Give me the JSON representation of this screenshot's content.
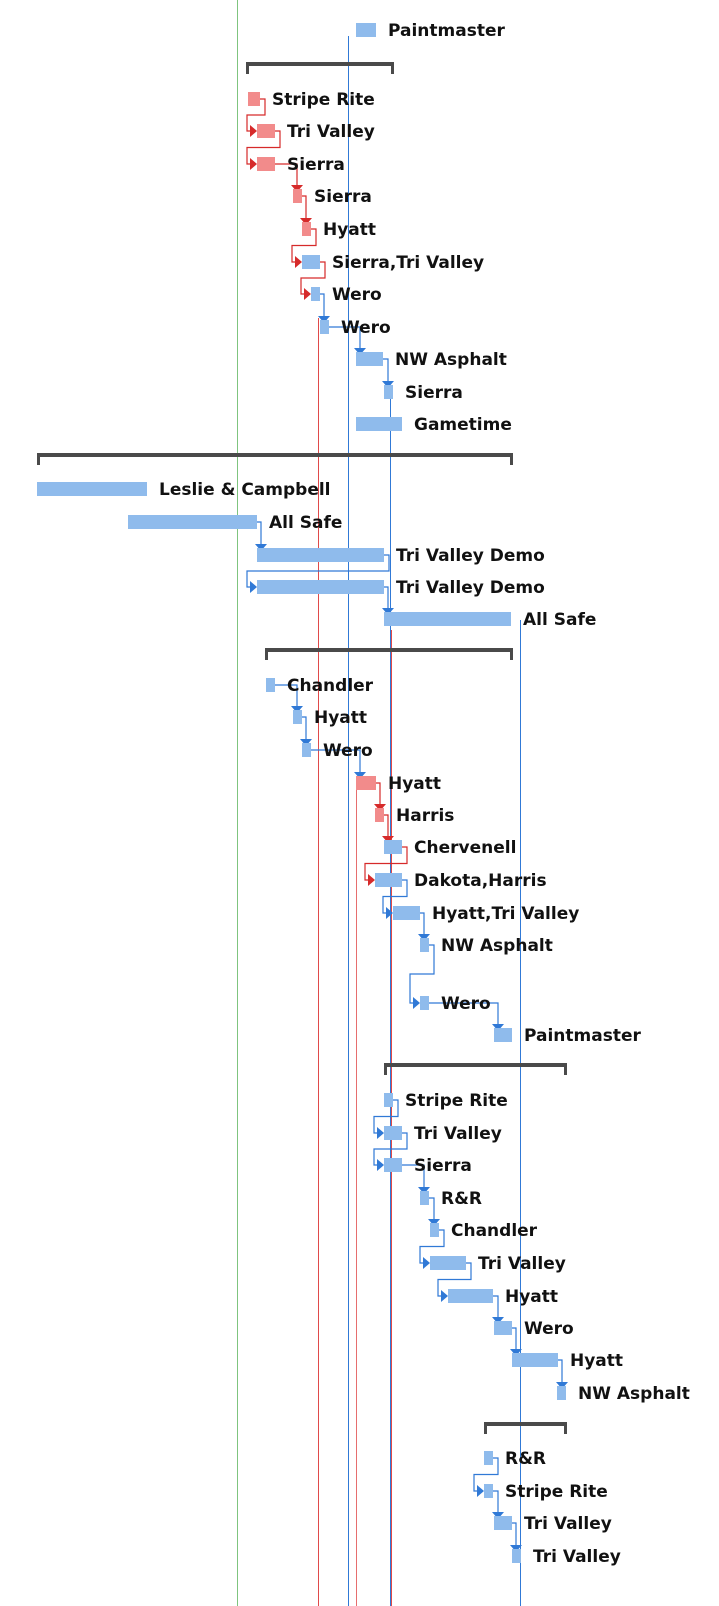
{
  "colors": {
    "task": "#8fbbec",
    "critical": "#f28b8b",
    "summary": "#4a4a4a",
    "link": "#3079d6",
    "critical_link": "#d62a2a",
    "today_line": "#7fc47f",
    "deadline_line": "#e04a4a",
    "vertical_blue": "#3079d6"
  },
  "tasks": [
    {
      "id": 1,
      "type": "task",
      "resource": "Paintmaster"
    },
    {
      "id": 2,
      "type": "summary",
      "resource": ""
    },
    {
      "id": 3,
      "type": "critical",
      "resource": "Stripe Rite"
    },
    {
      "id": 4,
      "type": "critical",
      "resource": "Tri Valley"
    },
    {
      "id": 5,
      "type": "critical",
      "resource": "Sierra"
    },
    {
      "id": 6,
      "type": "critical",
      "resource": "Sierra"
    },
    {
      "id": 7,
      "type": "critical",
      "resource": "Hyatt"
    },
    {
      "id": 8,
      "type": "task",
      "resource": "Sierra,Tri Valley"
    },
    {
      "id": 9,
      "type": "task",
      "resource": "Wero"
    },
    {
      "id": 10,
      "type": "task",
      "resource": "Wero"
    },
    {
      "id": 11,
      "type": "task",
      "resource": "NW Asphalt"
    },
    {
      "id": 12,
      "type": "task",
      "resource": "Sierra"
    },
    {
      "id": 13,
      "type": "task",
      "resource": "Gametime"
    },
    {
      "id": 14,
      "type": "summary",
      "resource": ""
    },
    {
      "id": 15,
      "type": "task",
      "resource": "Leslie & Campbell"
    },
    {
      "id": 16,
      "type": "task",
      "resource": "All Safe"
    },
    {
      "id": 17,
      "type": "task",
      "resource": "Tri Valley Demo"
    },
    {
      "id": 18,
      "type": "task",
      "resource": "Tri Valley Demo"
    },
    {
      "id": 19,
      "type": "task",
      "resource": "All Safe"
    },
    {
      "id": 20,
      "type": "summary",
      "resource": ""
    },
    {
      "id": 21,
      "type": "task",
      "resource": "Chandler"
    },
    {
      "id": 22,
      "type": "task",
      "resource": "Hyatt"
    },
    {
      "id": 23,
      "type": "task",
      "resource": "Wero"
    },
    {
      "id": 24,
      "type": "critical",
      "resource": "Hyatt"
    },
    {
      "id": 25,
      "type": "critical",
      "resource": "Harris"
    },
    {
      "id": 26,
      "type": "task",
      "resource": "Chervenell"
    },
    {
      "id": 27,
      "type": "task",
      "resource": "Dakota,Harris"
    },
    {
      "id": 28,
      "type": "task",
      "resource": "Hyatt,Tri Valley"
    },
    {
      "id": 29,
      "type": "task",
      "resource": "NW Asphalt"
    },
    {
      "id": 30,
      "type": "task",
      "resource": "Wero"
    },
    {
      "id": 31,
      "type": "task",
      "resource": "Paintmaster"
    },
    {
      "id": 32,
      "type": "summary",
      "resource": ""
    },
    {
      "id": 33,
      "type": "task",
      "resource": "Stripe Rite"
    },
    {
      "id": 34,
      "type": "task",
      "resource": "Tri Valley"
    },
    {
      "id": 35,
      "type": "task",
      "resource": "Sierra"
    },
    {
      "id": 36,
      "type": "task",
      "resource": "R&R"
    },
    {
      "id": 37,
      "type": "task",
      "resource": "Chandler"
    },
    {
      "id": 38,
      "type": "task",
      "resource": "Tri Valley"
    },
    {
      "id": 39,
      "type": "task",
      "resource": "Hyatt"
    },
    {
      "id": 40,
      "type": "task",
      "resource": "Wero"
    },
    {
      "id": 41,
      "type": "task",
      "resource": "Hyatt"
    },
    {
      "id": 42,
      "type": "task",
      "resource": "NW Asphalt"
    },
    {
      "id": 43,
      "type": "summary",
      "resource": ""
    },
    {
      "id": 44,
      "type": "task",
      "resource": "R&R"
    },
    {
      "id": 45,
      "type": "task",
      "resource": "Stripe Rite"
    },
    {
      "id": 46,
      "type": "task",
      "resource": "Tri Valley"
    },
    {
      "id": 47,
      "type": "task",
      "resource": "Tri Valley"
    }
  ],
  "links": [
    {
      "from": 3,
      "to": 4,
      "critical": true
    },
    {
      "from": 4,
      "to": 5,
      "critical": true
    },
    {
      "from": 5,
      "to": 6,
      "critical": true
    },
    {
      "from": 6,
      "to": 7,
      "critical": true
    },
    {
      "from": 7,
      "to": 8,
      "critical": true
    },
    {
      "from": 8,
      "to": 9,
      "critical": true
    },
    {
      "from": 9,
      "to": 10,
      "critical": false
    },
    {
      "from": 10,
      "to": 11,
      "critical": false
    },
    {
      "from": 11,
      "to": 12,
      "critical": false
    },
    {
      "from": 16,
      "to": 17,
      "critical": false
    },
    {
      "from": 17,
      "to": 18,
      "critical": false
    },
    {
      "from": 18,
      "to": 19,
      "critical": false
    },
    {
      "from": 21,
      "to": 22,
      "critical": false
    },
    {
      "from": 22,
      "to": 23,
      "critical": false
    },
    {
      "from": 23,
      "to": 24,
      "critical": false
    },
    {
      "from": 24,
      "to": 25,
      "critical": true
    },
    {
      "from": 25,
      "to": 26,
      "critical": true
    },
    {
      "from": 26,
      "to": 27,
      "critical": true
    },
    {
      "from": 27,
      "to": 28,
      "critical": false
    },
    {
      "from": 28,
      "to": 29,
      "critical": false
    },
    {
      "from": 29,
      "to": 30,
      "critical": false
    },
    {
      "from": 30,
      "to": 31,
      "critical": false
    },
    {
      "from": 33,
      "to": 34,
      "critical": false
    },
    {
      "from": 34,
      "to": 35,
      "critical": false
    },
    {
      "from": 35,
      "to": 36,
      "critical": false
    },
    {
      "from": 36,
      "to": 37,
      "critical": false
    },
    {
      "from": 37,
      "to": 38,
      "critical": false
    },
    {
      "from": 38,
      "to": 39,
      "critical": false
    },
    {
      "from": 39,
      "to": 40,
      "critical": false
    },
    {
      "from": 40,
      "to": 41,
      "critical": false
    },
    {
      "from": 41,
      "to": 42,
      "critical": false
    },
    {
      "from": 44,
      "to": 45,
      "critical": false
    },
    {
      "from": 45,
      "to": 46,
      "critical": false
    },
    {
      "from": 46,
      "to": 47,
      "critical": false
    }
  ]
}
